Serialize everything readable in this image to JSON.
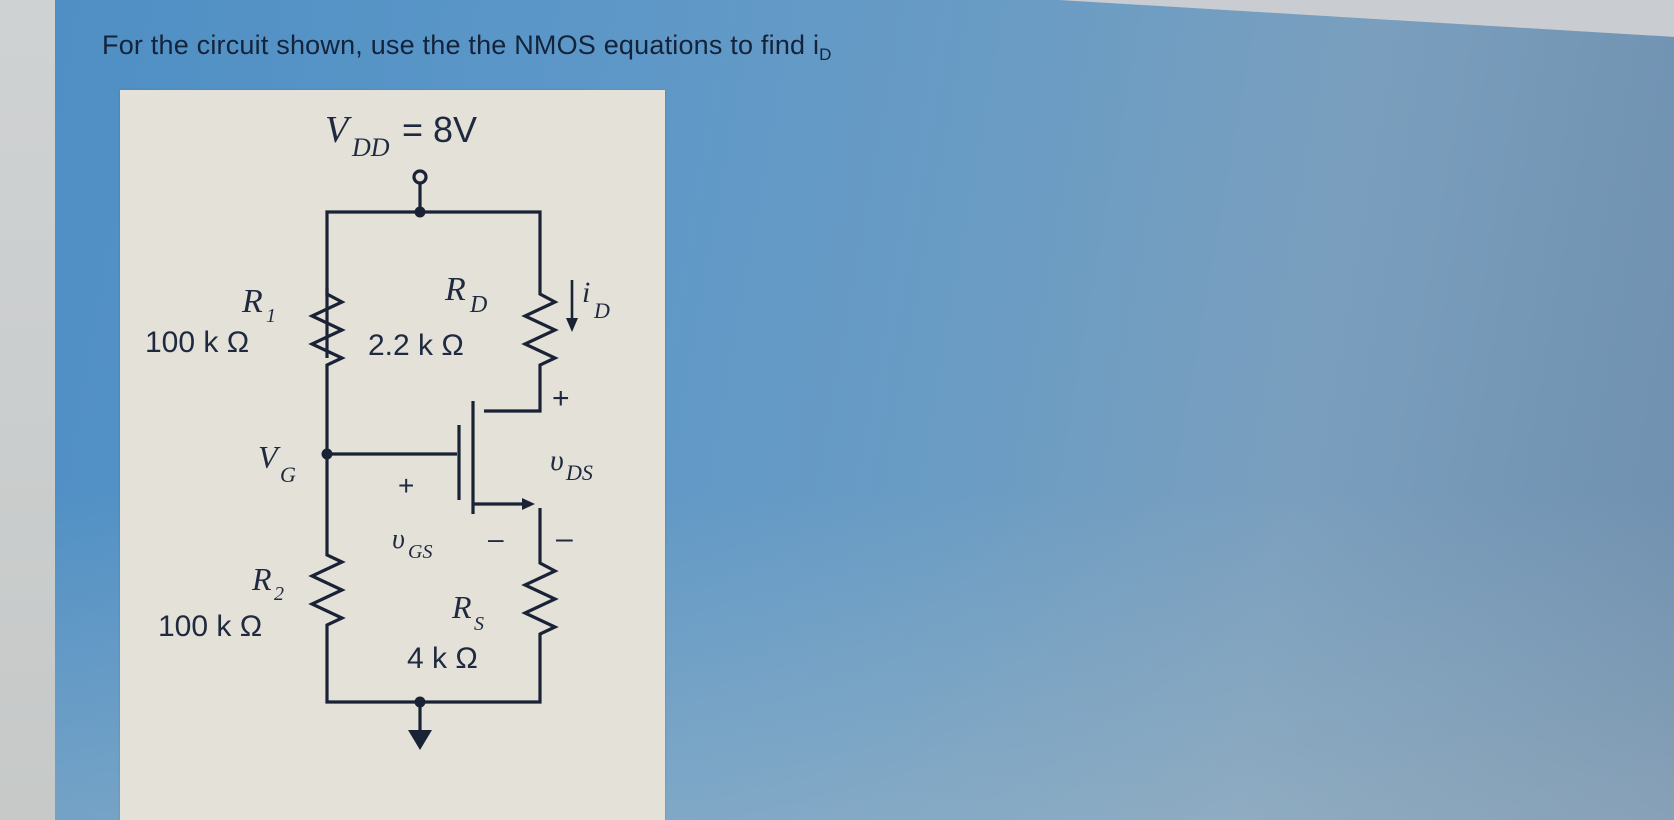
{
  "question": {
    "text": "For the circuit shown, use the the NMOS equations  to find i",
    "subscript": "D"
  },
  "circuit": {
    "supply": {
      "symbol": "V",
      "sub": "DD",
      "value": "= 8V"
    },
    "r1": {
      "symbol": "R",
      "sub": "1",
      "value": "100 k Ω"
    },
    "rd": {
      "symbol": "R",
      "sub": "D",
      "value": "2.2 k Ω"
    },
    "r2": {
      "symbol": "R",
      "sub": "2",
      "value": "100 k Ω"
    },
    "rs": {
      "symbol": "R",
      "sub": "S",
      "value": "4 k Ω"
    },
    "gate_node": {
      "symbol": "V",
      "sub": "G"
    },
    "drain_current": {
      "symbol": "i",
      "sub": "D"
    },
    "vds": {
      "symbol": "υ",
      "sub": "DS",
      "plus": "+",
      "minus": "–"
    },
    "vgs": {
      "symbol": "υ",
      "sub": "GS",
      "plus": "+",
      "minus": "–"
    },
    "transistor": "NMOS"
  },
  "colors": {
    "panel_blue": "#5c97c8",
    "figure_bg": "#e3e1d8",
    "ink": "#1f2a40"
  }
}
